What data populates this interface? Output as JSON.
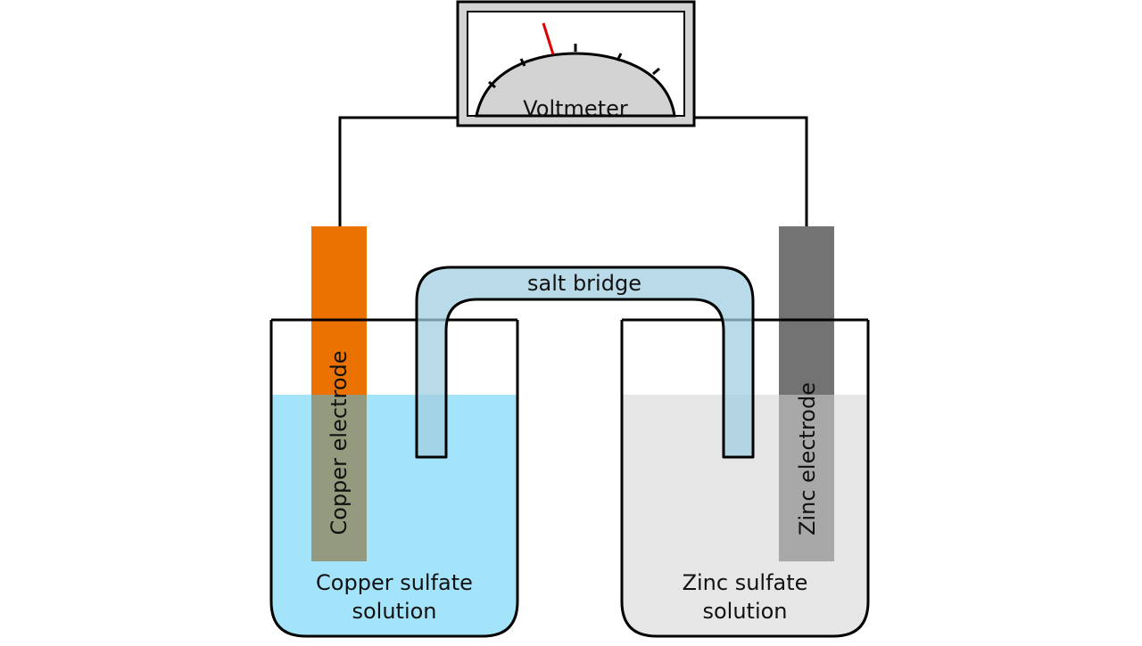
{
  "diagram": {
    "voltmeter_label": "Voltmeter",
    "salt_bridge_label": "salt bridge",
    "copper_electrode_label": "Copper electrode",
    "zinc_electrode_label": "Zinc electrode",
    "copper_solution_line1": "Copper sulfate",
    "copper_solution_line2": "solution",
    "zinc_solution_line1": "Zinc sulfate",
    "zinc_solution_line2": "solution"
  },
  "colors": {
    "copper_solution": "#a3e4fb",
    "zinc_solution": "#e6e6e6",
    "copper_electrode": "#ec7200",
    "copper_electrode_submerged": "#939a7e",
    "zinc_electrode": "#737373",
    "zinc_electrode_submerged": "#a8a8a8",
    "salt_bridge": "#a2cde0",
    "needle": "#e00000"
  }
}
